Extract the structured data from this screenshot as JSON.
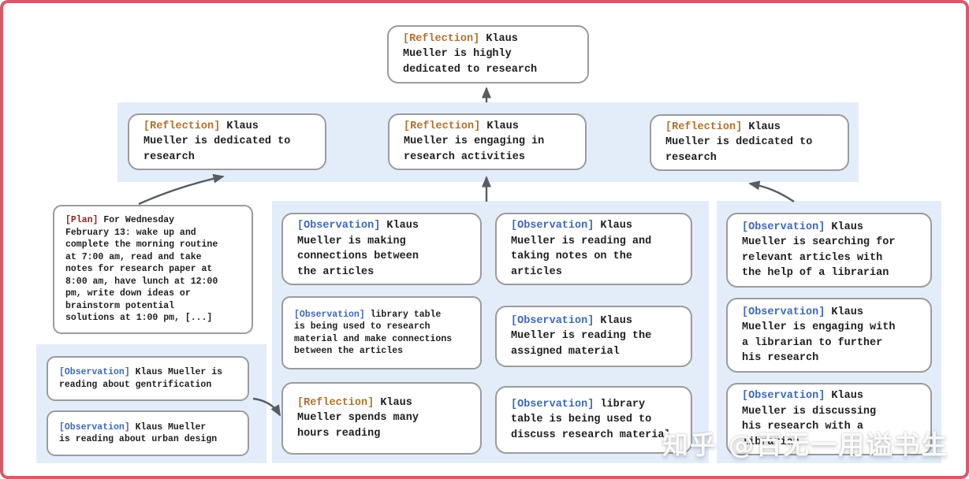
{
  "watermark": "知乎 @百无一用谥书生",
  "colors": {
    "frame_border": "#d9596b",
    "band_background": "#e3edfa",
    "box_border": "#9b9b9b",
    "reflection_tag": "#b0722e",
    "observation_tag": "#3c68b8",
    "plan_tag": "#8e241f",
    "body_text": "#1e1e1e",
    "arrow": "#575c63"
  },
  "nodes": {
    "top": {
      "tag": "[Reflection]",
      "text": "Klaus\nMueller is highly\ndedicated to research"
    },
    "row2_left": {
      "tag": "[Reflection]",
      "text": "Klaus\nMueller is dedicated to\nresearch"
    },
    "row2_mid": {
      "tag": "[Reflection]",
      "text": "Klaus\nMueller is engaging in\nresearch activities"
    },
    "row2_right": {
      "tag": "[Reflection]",
      "text": "Klaus\nMueller is dedicated to\nresearch"
    },
    "plan": {
      "tag": "[Plan]",
      "text": "For Wednesday\nFebruary 13: wake up and\ncomplete the morning routine\nat 7:00 am, read and take\nnotes for research paper at\n8:00 am, have lunch at 12:00\npm, write down ideas or\nbrainstorm potential\nsolutions at 1:00 pm, [...]"
    },
    "left_obs_1": {
      "tag": "[Observation]",
      "text": "Klaus Mueller is\nreading about gentrification"
    },
    "left_obs_2": {
      "tag": "[Observation]",
      "text": "Klaus Mueller\nis reading about urban design"
    },
    "mid_l1": {
      "tag": "[Observation]",
      "text": "Klaus\nMueller is making\nconnections between\nthe articles"
    },
    "mid_l2": {
      "tag": "[Observation]",
      "text": "library table\nis being used to research\nmaterial and make connections\nbetween the articles"
    },
    "mid_l3": {
      "tag": "[Reflection]",
      "text": "Klaus\nMueller spends many\nhours reading"
    },
    "mid_r1": {
      "tag": "[Observation]",
      "text": "Klaus\nMueller is reading and\ntaking notes on the\narticles"
    },
    "mid_r2": {
      "tag": "[Observation]",
      "text": "Klaus\nMueller is reading the\nassigned material"
    },
    "mid_r3": {
      "tag": "[Observation]",
      "text": "library\ntable is being used to\ndiscuss research material"
    },
    "right_1": {
      "tag": "[Observation]",
      "text": "Klaus\nMueller is searching for\nrelevant articles with\nthe help of a librarian"
    },
    "right_2": {
      "tag": "[Observation]",
      "text": "Klaus\nMueller is engaging with\na librarian to further\nhis research"
    },
    "right_3": {
      "tag": "[Observation]",
      "text": "Klaus\nMueller is discussing\nhis research with a\nlibrarian"
    }
  }
}
